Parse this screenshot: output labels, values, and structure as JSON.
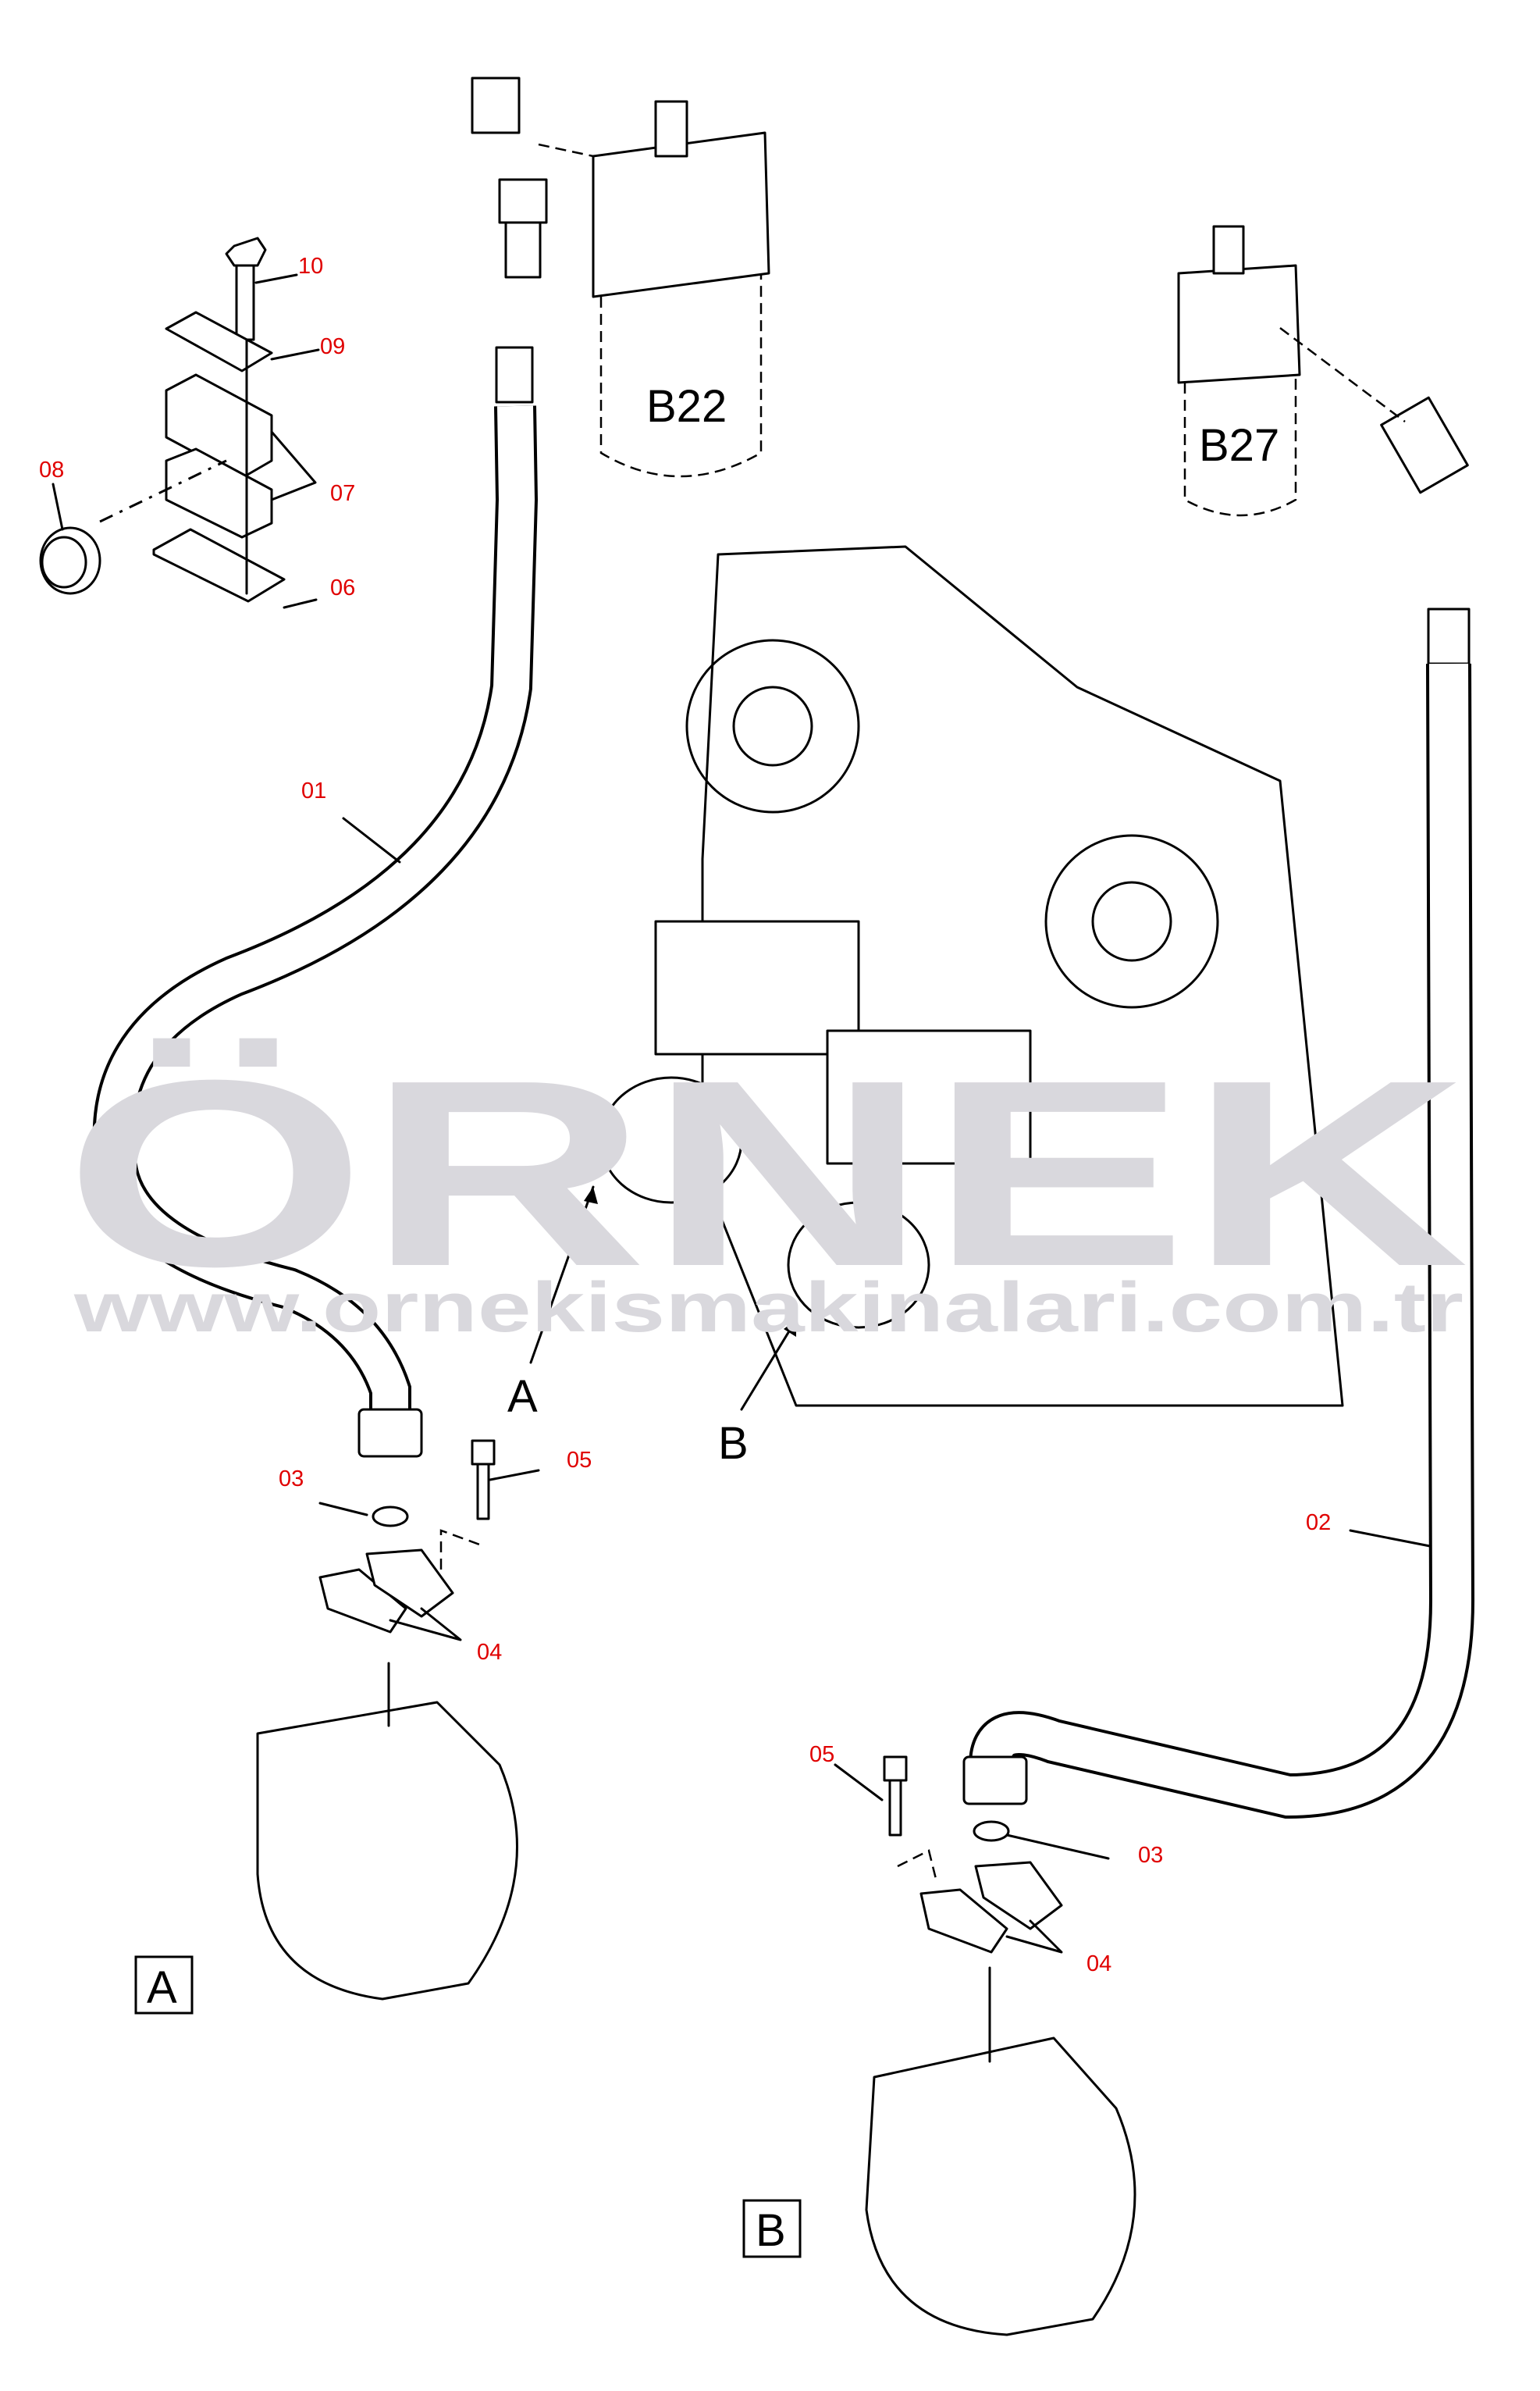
{
  "watermark": {
    "logo": "ÖRNEK",
    "url": "www.ornekismakinalari.com.tr",
    "colors": {
      "text": "#d9d8dd",
      "umlaut": "#fbe3a0"
    }
  },
  "components": {
    "filter_left": "B22",
    "filter_right": "B27"
  },
  "view_markers": {
    "arrow_a": "A",
    "arrow_b": "B",
    "detail_a": "A",
    "detail_b": "B"
  },
  "callouts": {
    "c10": "10",
    "c09": "09",
    "c07": "07",
    "c08": "08",
    "c06": "06",
    "c01": "01",
    "c03a": "03",
    "c05a": "05",
    "c04a": "04",
    "c02": "02",
    "c05b": "05",
    "c03b": "03",
    "c04b": "04"
  },
  "colors": {
    "callout": "#e00000",
    "line": "#000000"
  }
}
